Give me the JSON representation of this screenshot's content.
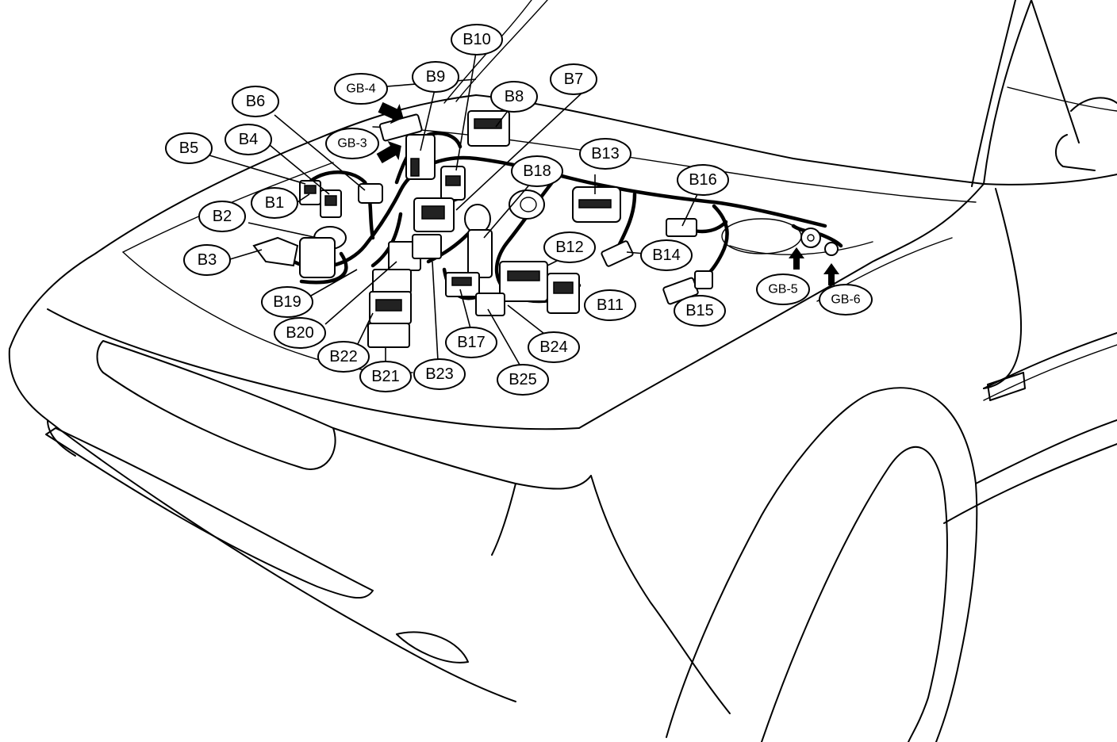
{
  "colors": {
    "line": "#000000",
    "background": "#ffffff"
  },
  "labels": {
    "b1": "B1",
    "b2": "B2",
    "b3": "B3",
    "b4": "B4",
    "b5": "B5",
    "b6": "B6",
    "b7": "B7",
    "b8": "B8",
    "b9": "B9",
    "b10": "B10",
    "b11": "B11",
    "b12": "B12",
    "b13": "B13",
    "b14": "B14",
    "b15": "B15",
    "b16": "B16",
    "b17": "B17",
    "b18": "B18",
    "b19": "B19",
    "b20": "B20",
    "b21": "B21",
    "b22": "B22",
    "b23": "B23",
    "b24": "B24",
    "b25": "B25",
    "gb3": "GB-3",
    "gb4": "GB-4",
    "gb5": "GB-5",
    "gb6": "GB-6"
  }
}
